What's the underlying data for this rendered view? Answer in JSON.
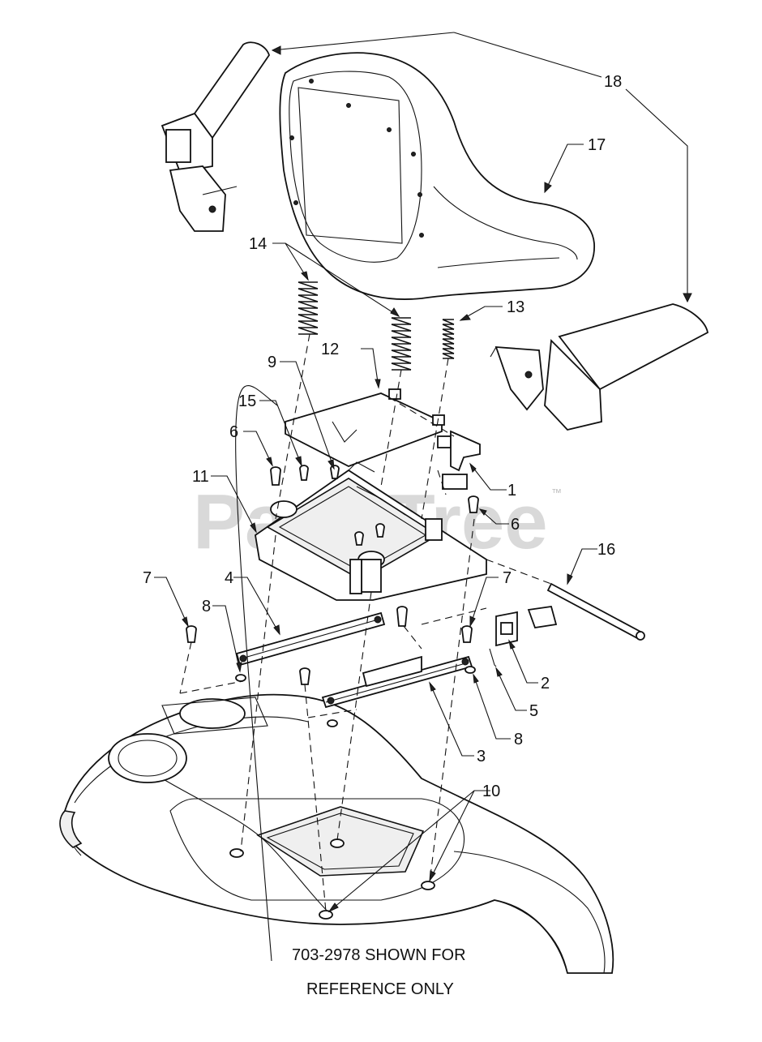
{
  "watermark": {
    "text": "PartsTree",
    "trademark": "™"
  },
  "callouts": [
    "1",
    "2",
    "3",
    "4",
    "5",
    "6",
    "6",
    "7",
    "7",
    "8",
    "8",
    "9",
    "10",
    "11",
    "12",
    "13",
    "14",
    "15",
    "16",
    "17",
    "18"
  ],
  "caption": {
    "line1": "703-2978 SHOWN FOR",
    "line2": "REFERENCE ONLY"
  }
}
